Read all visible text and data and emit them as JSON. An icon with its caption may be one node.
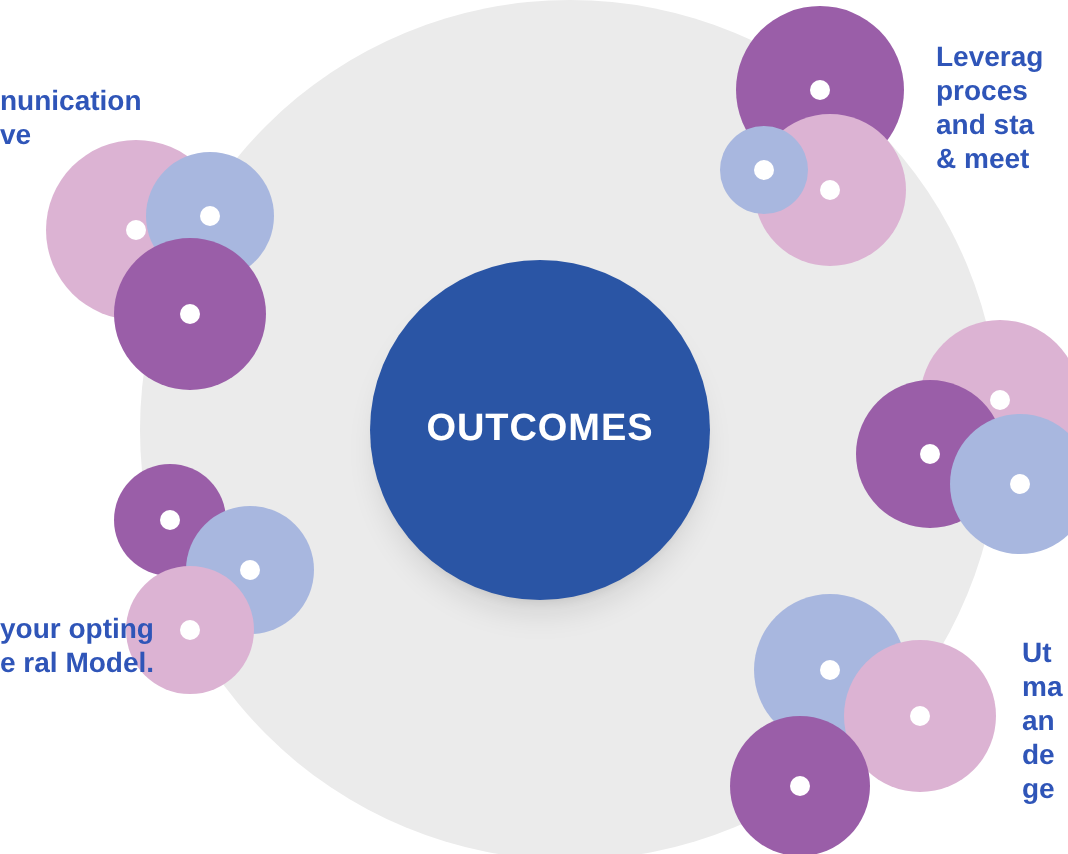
{
  "diagram": {
    "nodes": [
      {
        "text": [
          "OUTCOMES"
        ]
      }
    ],
    "labels": [
      "nunication ve",
      "Leverag proces and sta & meet",
      "your opting e ral Model.",
      "Ut ma an de ge"
    ]
  }
}
